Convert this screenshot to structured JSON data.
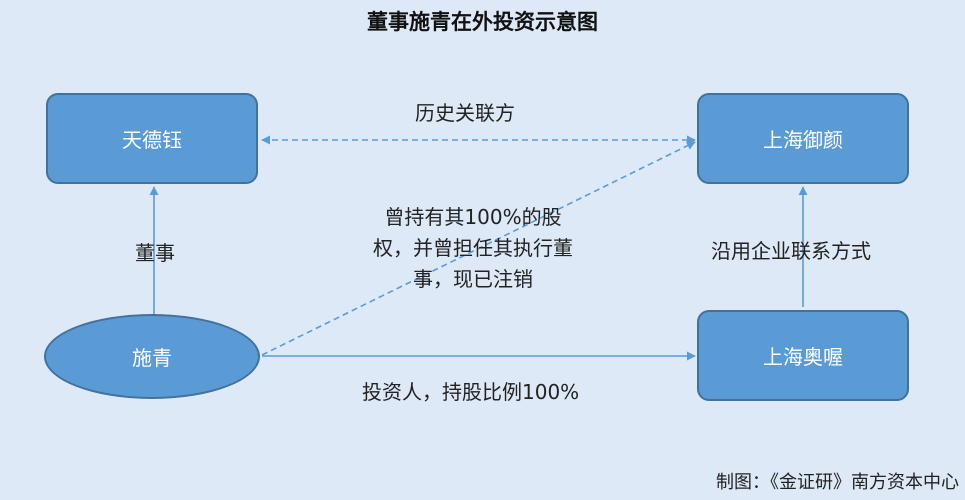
{
  "title": "董事施青在外投资示意图",
  "nodes": {
    "tiandeyu": "天德钰",
    "shanghai_yuyan": "上海御颜",
    "shiqing": "施青",
    "shanghai_aowo": "上海奥喔"
  },
  "edges": {
    "related_party": "历史关联方",
    "director": "董事",
    "formerly_held": "曾持有其100%的股权，并曾担任其执行董事，现已注销",
    "same_contact": "沿用企业联系方式",
    "investor": "投资人，持股比例100%"
  },
  "source": "制图：《金证研》南方资本中心",
  "colors": {
    "background": "#dde9f6",
    "node_fill": "#5b9bd5",
    "node_border": "#41719c",
    "arrow": "#5b9bd5"
  }
}
